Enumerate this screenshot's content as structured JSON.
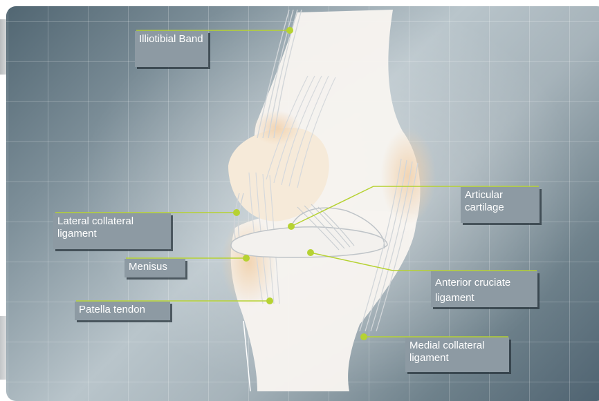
{
  "diagram": {
    "labels": {
      "illiotibial_band": "Illiotibial Band",
      "articular_cartilage": "Articular cartilage",
      "lateral_collateral_ligament": "Lateral collateral ligament",
      "menisus": "Menisus",
      "anterior_cruciate_ligament": "Anterior cruciate ligament",
      "patella_tendon": "Patella tendon",
      "medial_collateral_ligament": "Medial collateral ligament"
    },
    "colors": {
      "leader_line": "#b6d232",
      "label_background": "#8d9aa3",
      "label_text": "#ffffff",
      "bone": "#f7f3ee",
      "cartilage": "#f3d7b6"
    }
  }
}
